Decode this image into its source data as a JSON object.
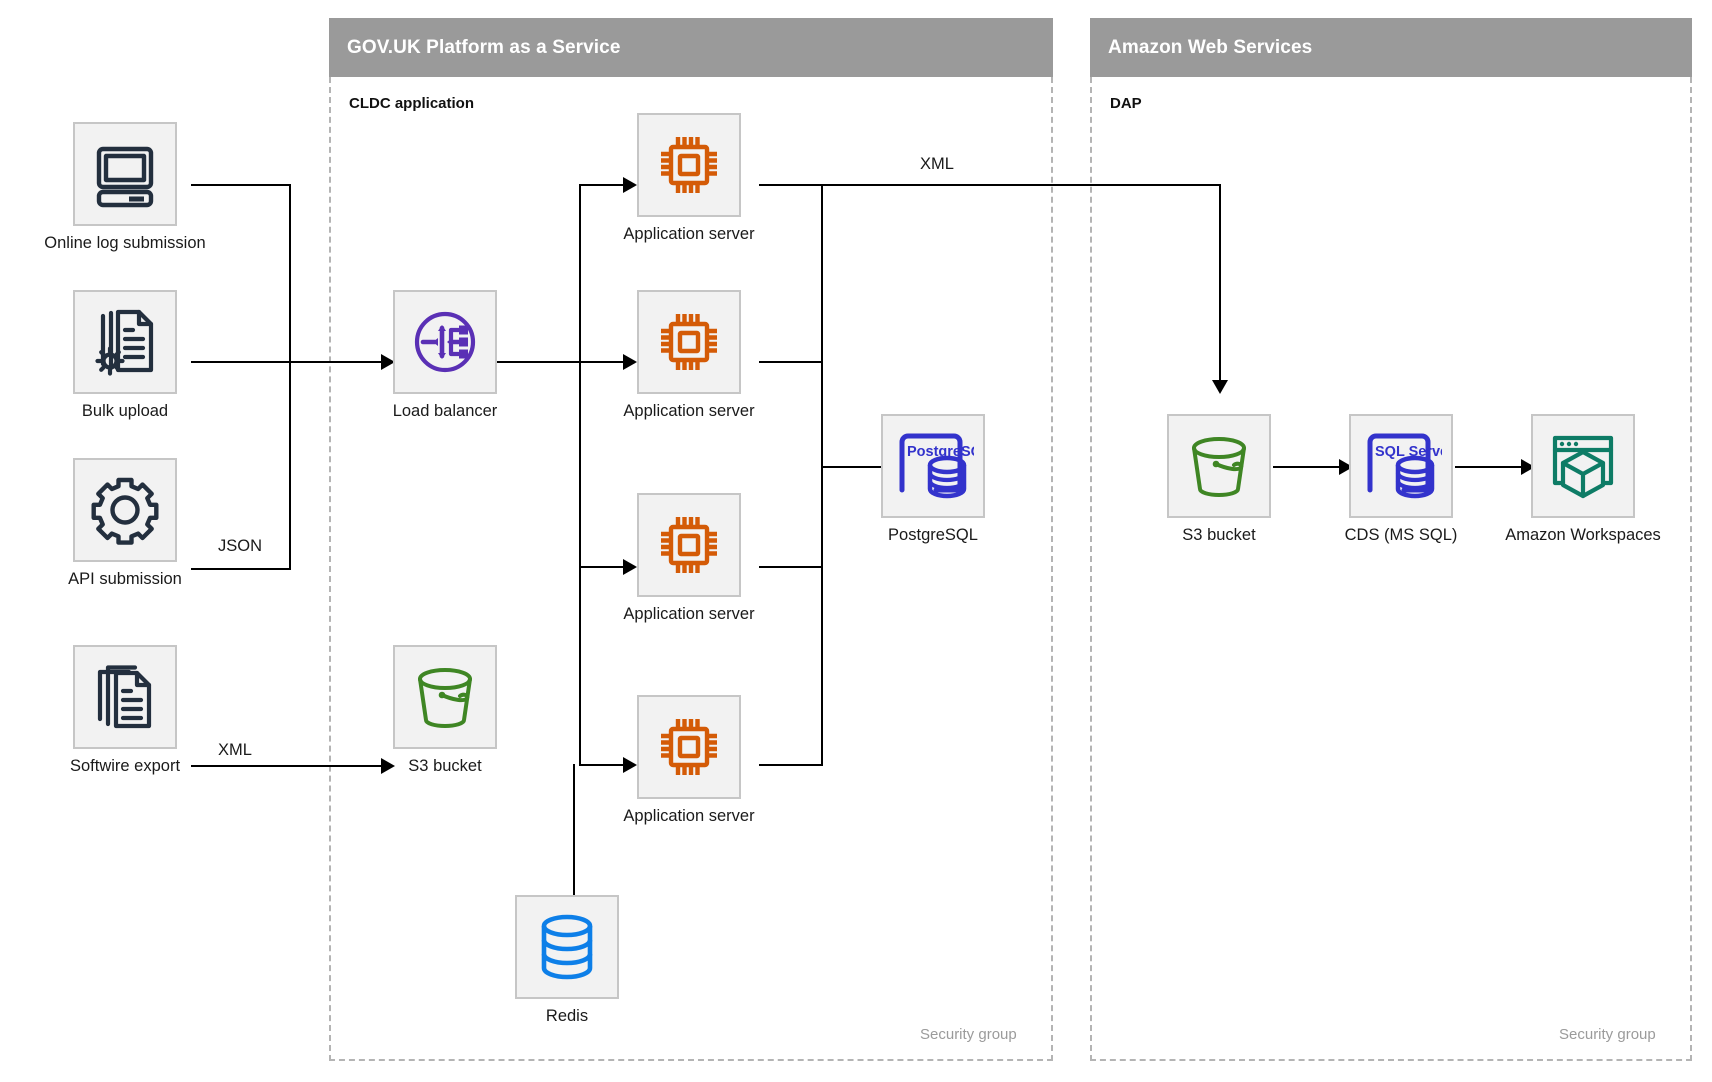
{
  "zones": [
    {
      "id": "paas",
      "title": "GOV.UK Platform as a Service",
      "sublabel": "CLDC application",
      "footer": "Security group"
    },
    {
      "id": "aws",
      "title": "Amazon Web Services",
      "sublabel": "DAP",
      "footer": "Security group"
    }
  ],
  "nodes": {
    "online_log": {
      "label": "Online log submission",
      "icon": "desktop-computer-icon",
      "color": "#232F3E"
    },
    "bulk_upload": {
      "label": "Bulk upload",
      "icon": "document-gear-icon",
      "color": "#232F3E"
    },
    "api_submission": {
      "label": "API submission",
      "icon": "gear-icon",
      "color": "#232F3E"
    },
    "softwire_export": {
      "label": "Softwire export",
      "icon": "documents-stack-icon",
      "color": "#232F3E"
    },
    "load_balancer": {
      "label": "Load balancer",
      "icon": "load-balancer-icon",
      "color": "#5A30B5"
    },
    "app_server_1": {
      "label": "Application server",
      "icon": "cpu-chip-icon",
      "color": "#D45B07"
    },
    "app_server_2": {
      "label": "Application server",
      "icon": "cpu-chip-icon",
      "color": "#D45B07"
    },
    "app_server_3": {
      "label": "Application server",
      "icon": "cpu-chip-icon",
      "color": "#D45B07"
    },
    "app_server_4": {
      "label": "Application server",
      "icon": "cpu-chip-icon",
      "color": "#D45B07"
    },
    "postgresql": {
      "label": "PostgreSQL",
      "icon": "postgresql-icon",
      "color": "#3333CC",
      "badge": "PostgreSQL"
    },
    "s3_paas": {
      "label": "S3 bucket",
      "icon": "s3-bucket-icon",
      "color": "#3F8624"
    },
    "redis": {
      "label": "Redis",
      "icon": "redis-database-icon",
      "color": "#0D7FE8"
    },
    "s3_aws": {
      "label": "S3 bucket",
      "icon": "s3-bucket-icon",
      "color": "#3F8624"
    },
    "cds": {
      "label": "CDS (MS SQL)",
      "icon": "sql-server-icon",
      "color": "#3333CC",
      "badge": "SQL Server"
    },
    "workspaces": {
      "label": "Amazon Workspaces",
      "icon": "amazon-workspaces-icon",
      "color": "#0E7C66"
    }
  },
  "edge_labels": {
    "api_json": "JSON",
    "softwire_xml": "XML",
    "appserver_xml": "XML"
  }
}
